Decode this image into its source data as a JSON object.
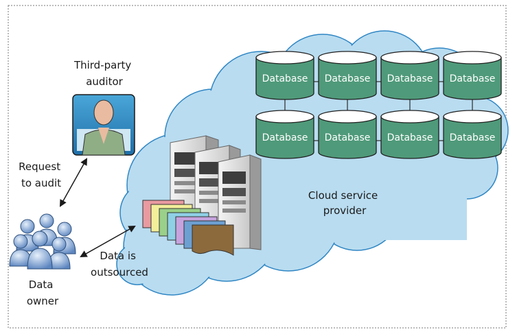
{
  "labels": {
    "auditor": [
      "Third-party",
      "auditor"
    ],
    "request": [
      "Request",
      "to audit"
    ],
    "owner": [
      "Data",
      "owner"
    ],
    "outsourced": [
      "Data is",
      "outsourced"
    ],
    "provider": [
      "Cloud service",
      "provider"
    ]
  },
  "database_label": "Database",
  "database_grid": {
    "rows": 2,
    "cols": 4
  },
  "colors": {
    "cloud_fill": "#b9dcf0",
    "cloud_stroke": "#2f86c4",
    "db_fill": "#4f9a7a",
    "db_top": "#ffffff",
    "arrow": "#1a1a1a",
    "frame": "#777777"
  },
  "icons": [
    "auditor-portrait-icon",
    "user-group-icon",
    "server-rack-icon",
    "document-stack-icon"
  ]
}
